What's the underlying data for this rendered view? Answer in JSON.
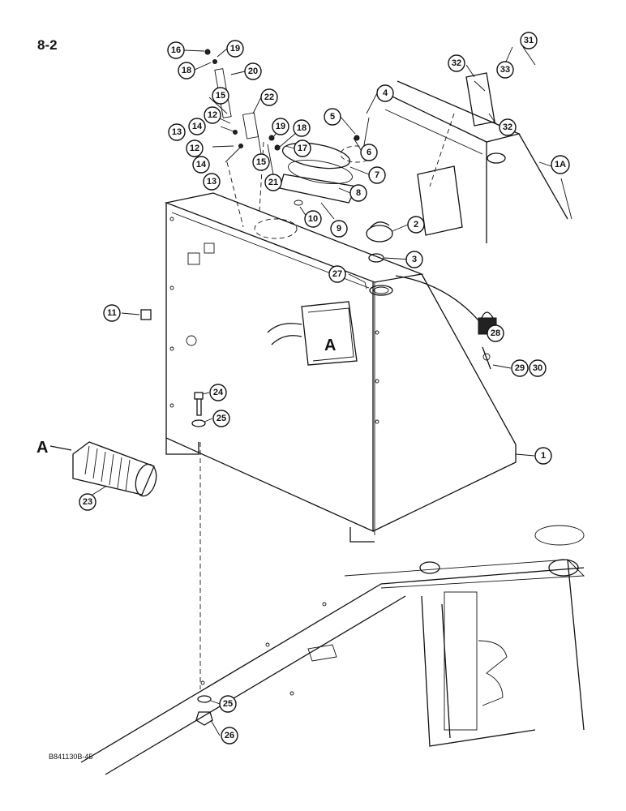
{
  "page_label": "8-2",
  "drawing_code": "B841130B-45",
  "view_marker": "A",
  "callouts": [
    "16",
    "19",
    "18",
    "20",
    "15",
    "22",
    "12",
    "14",
    "13",
    "12",
    "14",
    "13",
    "15",
    "21",
    "19",
    "18",
    "17",
    "5",
    "4",
    "6",
    "7",
    "8",
    "9",
    "10",
    "2",
    "3",
    "27",
    "11",
    "24",
    "25",
    "23",
    "28",
    "29",
    "30",
    "1",
    "25",
    "26",
    "31",
    "32",
    "33",
    "32",
    "1A"
  ]
}
